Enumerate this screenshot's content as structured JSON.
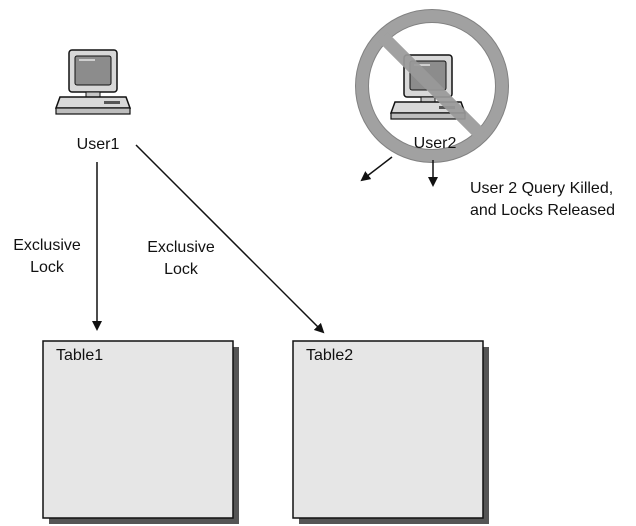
{
  "users": {
    "user1": {
      "label": "User1"
    },
    "user2": {
      "label": "User2"
    }
  },
  "locks": {
    "lock1": {
      "line1": "Exclusive",
      "line2": "Lock"
    },
    "lock2": {
      "line1": "Exclusive",
      "line2": "Lock"
    }
  },
  "tables": {
    "table1": {
      "label": "Table1"
    },
    "table2": {
      "label": "Table2"
    }
  },
  "note": {
    "line1": "User 2 Query Killed,",
    "line2": "and Locks Released"
  },
  "colors": {
    "ink": "#111111",
    "table_fill": "#e6e6e6",
    "table_shadow": "#555555",
    "prohibit_ring": "#9a9a9a",
    "computer_body": "#d8d8d8",
    "screen": "#8c8c8c"
  }
}
